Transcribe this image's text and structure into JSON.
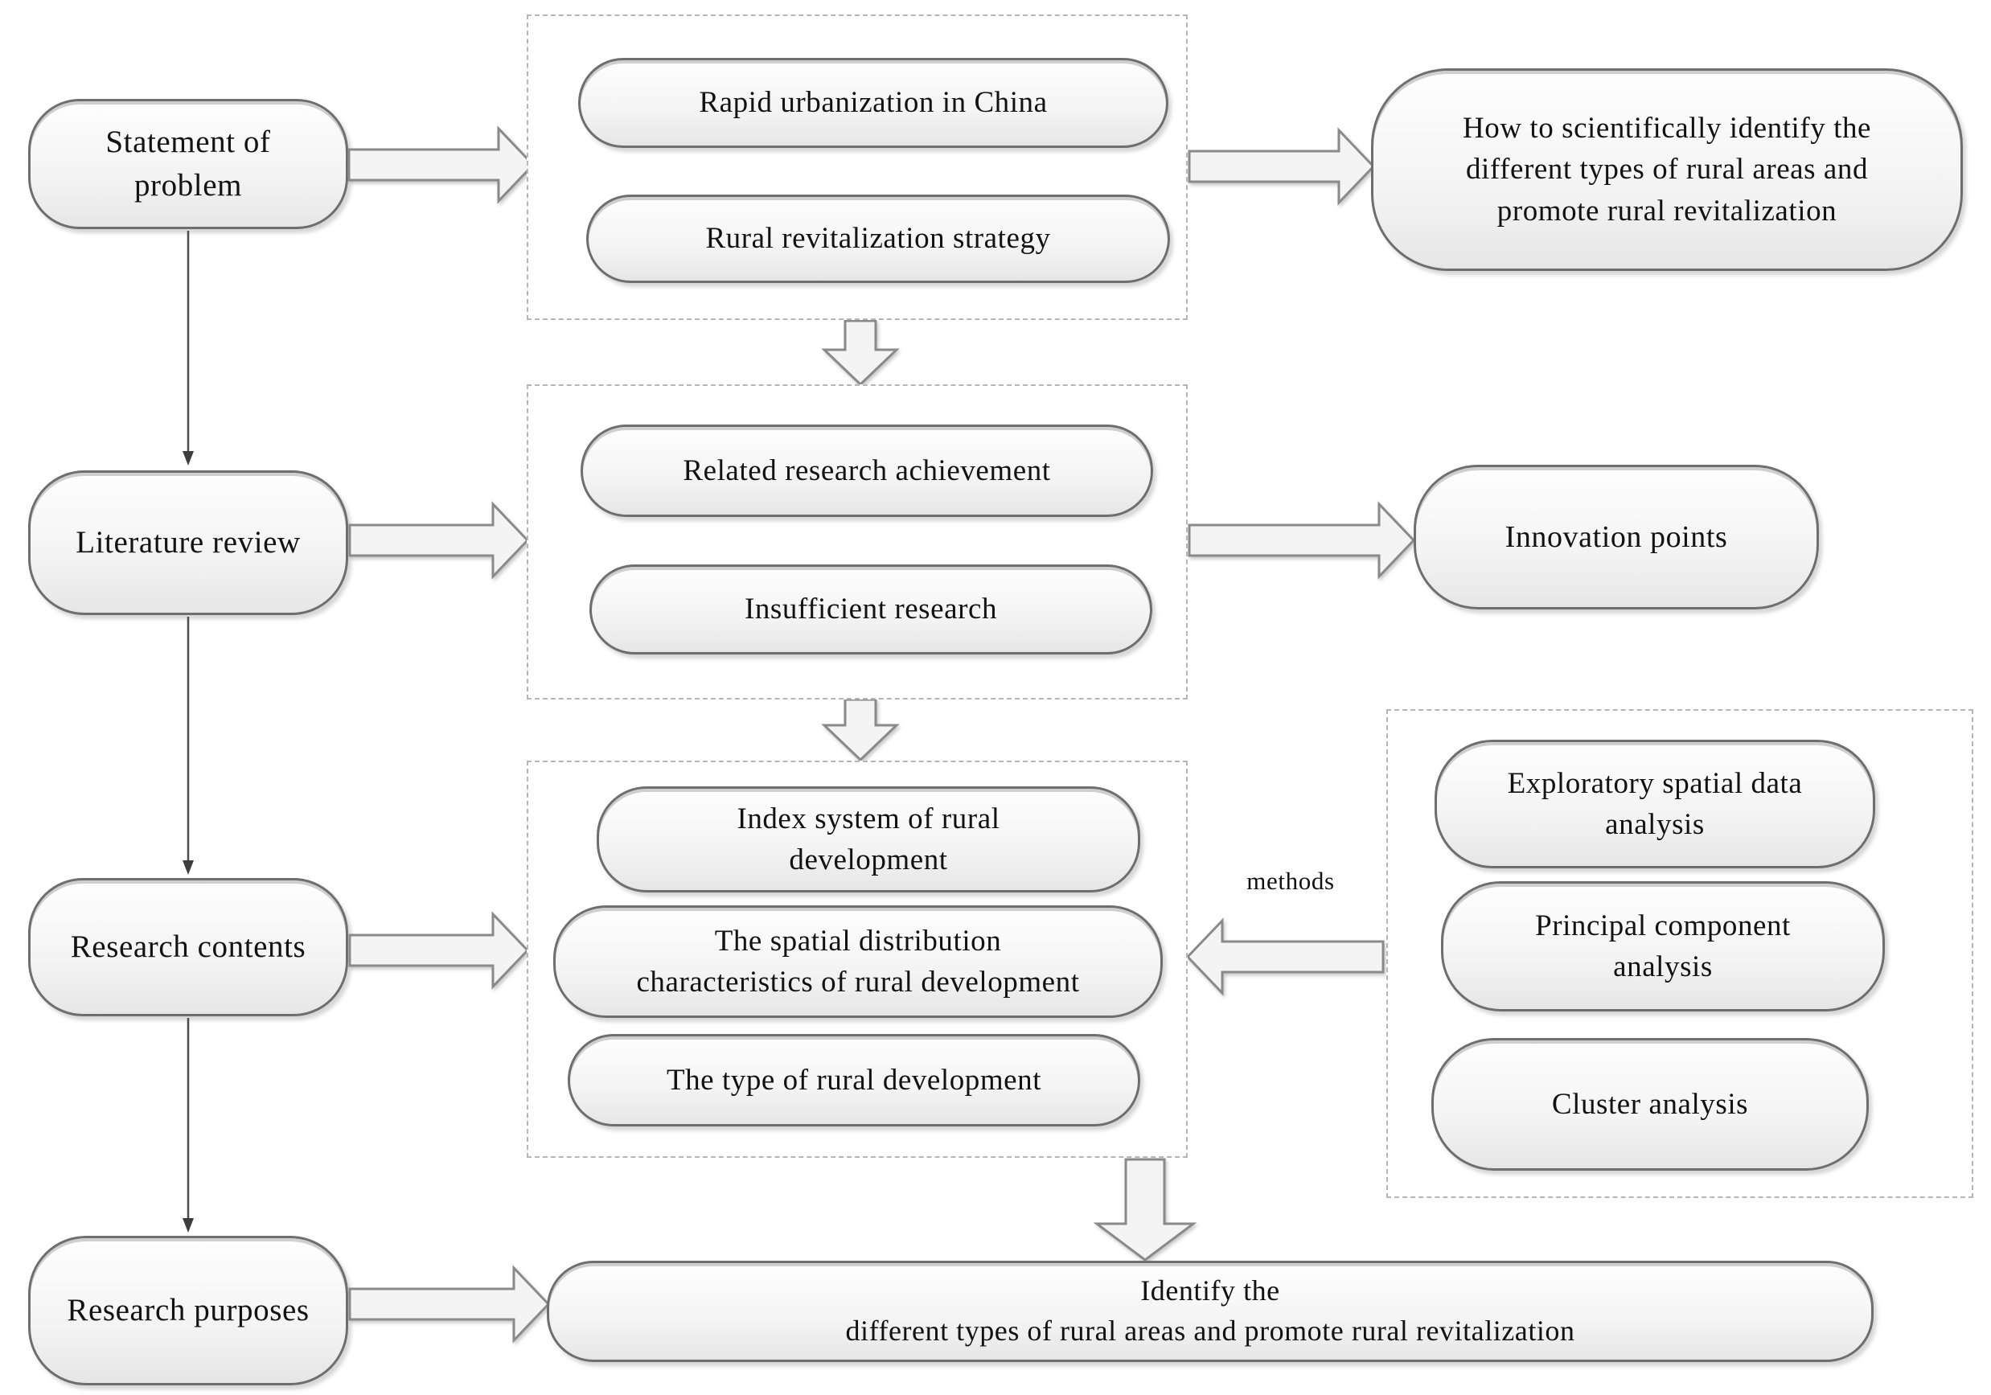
{
  "flow": {
    "left_column": [
      {
        "id": "statement-of-problem",
        "label_lines": [
          "Statement of",
          "problem"
        ]
      },
      {
        "id": "literature-review",
        "label_lines": [
          "Literature review"
        ]
      },
      {
        "id": "research-contents",
        "label_lines": [
          "Research contents"
        ]
      },
      {
        "id": "research-purposes",
        "label_lines": [
          "Research purposes"
        ]
      }
    ],
    "problem_group": {
      "items": [
        {
          "label_lines": [
            "Rapid urbanization in China"
          ]
        },
        {
          "label_lines": [
            "Rural revitalization strategy"
          ]
        }
      ],
      "outcome": {
        "label_lines": [
          "How to scientifically identify the",
          "different types of rural areas and",
          "promote rural revitalization"
        ]
      }
    },
    "literature_group": {
      "items": [
        {
          "label_lines": [
            "Related research achievement"
          ]
        },
        {
          "label_lines": [
            "Insufficient research"
          ]
        }
      ],
      "outcome": {
        "label_lines": [
          "Innovation points"
        ]
      }
    },
    "contents_group": {
      "items": [
        {
          "label_lines": [
            "Index system of rural",
            "development"
          ]
        },
        {
          "label_lines": [
            "The spatial distribution",
            "characteristics of rural development"
          ]
        },
        {
          "label_lines": [
            "The type of rural development"
          ]
        }
      ]
    },
    "methods_group": {
      "label": "methods",
      "items": [
        {
          "label_lines": [
            "Exploratory spatial data",
            "analysis"
          ]
        },
        {
          "label_lines": [
            "Principal component",
            "analysis"
          ]
        },
        {
          "label_lines": [
            "Cluster analysis"
          ]
        }
      ]
    },
    "purpose_outcome": {
      "label_lines": [
        "Identify the",
        "different types of rural areas and promote rural revitalization"
      ]
    }
  },
  "colors": {
    "background": "#ffffff",
    "node_border": "#6e6e6e",
    "node_fill_top": "#fefefe",
    "node_fill_bottom": "#e6e6e6",
    "dashed_border": "#b5b5b5",
    "arrow_fill": "#f4f4f4",
    "arrow_stroke": "#8a8a8a",
    "thin_arrow": "#4d4d4d",
    "text": "#121212"
  }
}
